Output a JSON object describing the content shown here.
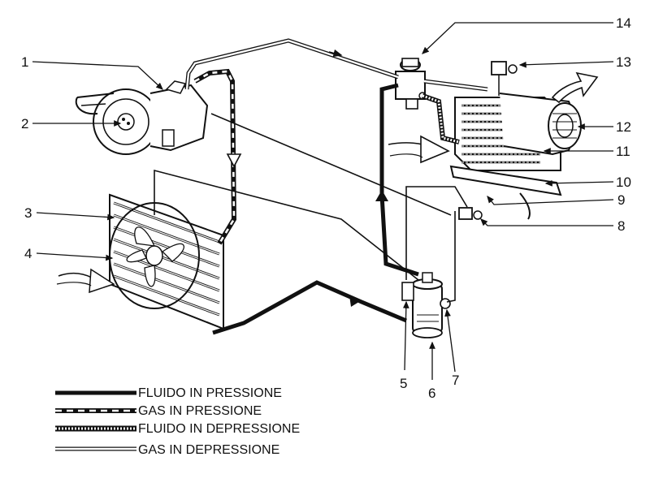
{
  "callouts": {
    "c1": "1",
    "c2": "2",
    "c3": "3",
    "c4": "4",
    "c5": "5",
    "c6": "6",
    "c7": "7",
    "c8": "8",
    "c9": "9",
    "c10": "10",
    "c11": "11",
    "c12": "12",
    "c13": "13",
    "c14": "14"
  },
  "legend": {
    "high_pressure_fluid": "FLUIDO IN PRESSIONE",
    "high_pressure_gas": "GAS IN PRESSIONE",
    "low_pressure_fluid": "FLUIDO IN DEPRESSIONE",
    "low_pressure_gas": "GAS IN DEPRESSIONE"
  },
  "colors": {
    "ink": "#111111",
    "paper": "#ffffff"
  }
}
